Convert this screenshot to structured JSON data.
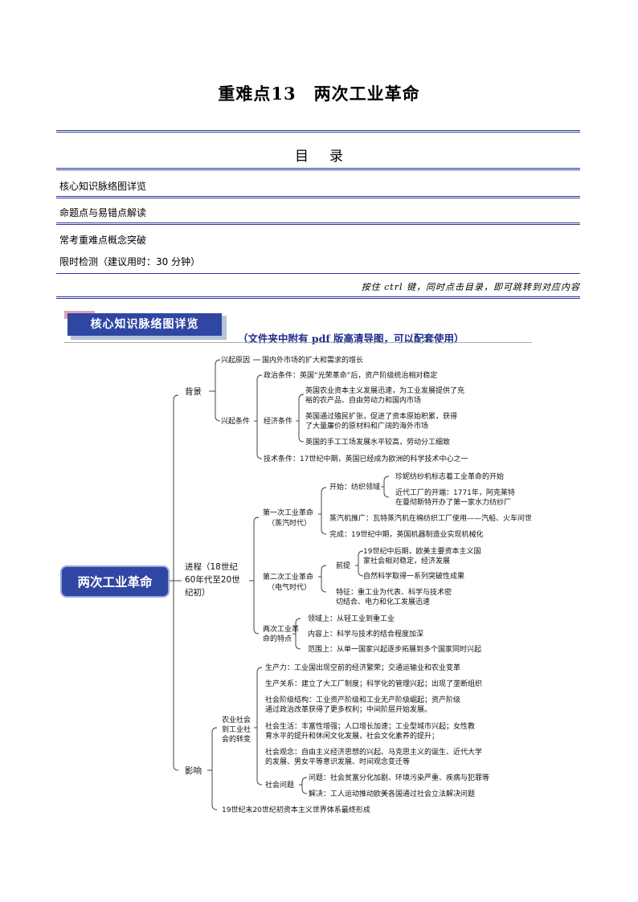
{
  "doc": {
    "title": "重难点13　两次工业革命",
    "toc_title": "目录",
    "toc_items": [
      "核心知识脉络图详览",
      "命题点与易错点解读",
      "常考重难点概念突破",
      "限时检测（建议用时：30 分钟）"
    ],
    "hint": "按住 ctrl 键，同时点击目录，即可跳转到对应内容",
    "section_badge": "核心知识脉络图详览",
    "section_note": "（文件夹中附有 pdf 版高清导图，可以配套使用）"
  },
  "mindmap": {
    "root": "两次工业革命",
    "b1": "背景",
    "b1_cause": "兴起原因",
    "b1_cause_v": "国内外市场的扩大和需求的增长",
    "b1_cond": "兴起条件",
    "b1_pol": "政治条件：英国“光荣革命”后，资产阶级统治相对稳定",
    "b1_eco": "经济条件",
    "b1_eco_1a": "英国农业资本主义发展迅速，为工业发展提供了充",
    "b1_eco_1b": "裕的农产品、自由劳动力和国内市场",
    "b1_eco_2a": "英国通过殖民扩张，促进了资本原始积累，获得",
    "b1_eco_2b": "了大量廉价的原材料和广阔的海外市场",
    "b1_eco_3": "英国的手工工场发展水平较高，劳动分工细致",
    "b1_tech": "技术条件：17世纪中期，英国已经成为欧洲的科学技术中心之一",
    "b2a": "进程（18世纪",
    "b2b": "60年代至20世",
    "b2c": "纪初）",
    "r1a": "第一次工业革命",
    "r1b": "（蒸汽时代）",
    "r1_start": "开始：纺织领域",
    "r1_s1": "珍妮纺纱机标志着工业革命的开始",
    "r1_s2a": "近代工厂的开端：1771年，阿克莱特",
    "r1_s2b": "在曼彻斯特开办了第一家水力纺纱厂",
    "r1_steam": "蒸汽机推广：瓦特蒸汽机在棉纺织工厂使用——汽船、火车问世",
    "r1_done": "完成：19世纪中期，英国机器制造业实现机械化",
    "r2a": "第二次工业革命",
    "r2b": "（电气时代）",
    "r2_pre": "前提",
    "r2_p1a": "19世纪中后期，欧美主要资本主义国",
    "r2_p1b": "家社会相对稳定，经济发展",
    "r2_p2": "自然科学取得一系列突破性成果",
    "r2_fa": "特征：重工业为代表、科学与技术密",
    "r2_fb": "切结合、电力和化工发展迅速",
    "r3a": "两次工业革",
    "r3b": "命的特点",
    "r3_1": "领域上：从轻工业到重工业",
    "r3_2": "内容上：科学与技术的结合程度加深",
    "r3_3": "范围上：从单一国家兴起逐步拓展到多个国家同时兴起",
    "b3": "影响",
    "i_grp_a": "农业社会",
    "i_grp_b": "到工业社",
    "i_grp_c": "会的转变",
    "i1": "生产力：工业国出现空前的经济繁荣；交通运输业和农业变革",
    "i2": "生产关系：建立了大工厂制度；科学化的管理兴起；出现了垄断组织",
    "i3a": "社会阶级结构：工业资产阶级和工业无产阶级崛起；资产阶级",
    "i3b": "通过政治改革获得了更多权利；中间阶层开始发展。",
    "i4a": "社会生活：丰富性增强；人口增长加速；工业型城市兴起；女性教",
    "i4b": "育水平的提升和休闲文化发展，社会文化素养的提升；",
    "i5a": "社会观念：自由主义经济思想的兴起、马克思主义的诞生、近代大学",
    "i5b": "的发展、男女平等意识发展、时间观念变迁等",
    "i6": "社会问题",
    "i6_1": "问题：社会贫富分化加剧、环境污染严重、疾病与犯罪等",
    "i6_2": "解决：工人运动推动欧美各国通过社会立法解决问题",
    "i7": "19世纪末20世纪初资本主义世界体系最终形成"
  },
  "colors": {
    "rule": "#2b3a9e",
    "badge": "#2f46a3",
    "root": "#2f46a3"
  }
}
